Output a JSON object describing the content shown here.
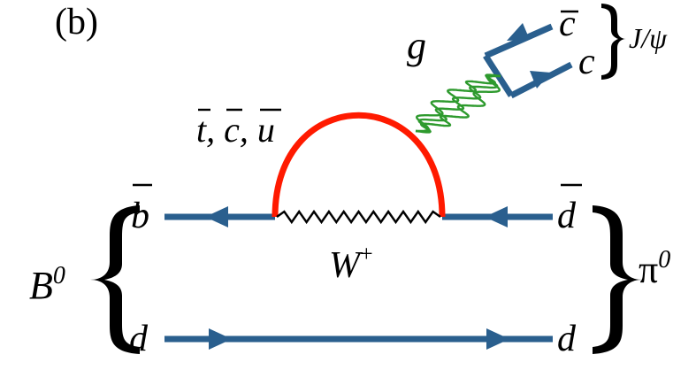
{
  "panel_label": "(b)",
  "particles": {
    "incoming_meson": {
      "symbol": "B",
      "superscript": "0"
    },
    "outgoing_meson": {
      "symbol": "π",
      "superscript": "0"
    },
    "charmonium": "J/ψ",
    "top_left_quark": "b",
    "bottom_left_quark": "d",
    "top_right_quark": "d",
    "bottom_right_quark": "d",
    "loop_quarks": "t, c, u",
    "w_boson": {
      "symbol": "W",
      "superscript": "+"
    },
    "gluon": "g",
    "charm_antiquark": "c",
    "charm_quark": "c"
  },
  "colors": {
    "quark_line": "#2a5f8e",
    "loop_line": "#ff1a00",
    "gluon_line": "#2e9a2e",
    "w_line": "#000000",
    "text": "#000000"
  }
}
